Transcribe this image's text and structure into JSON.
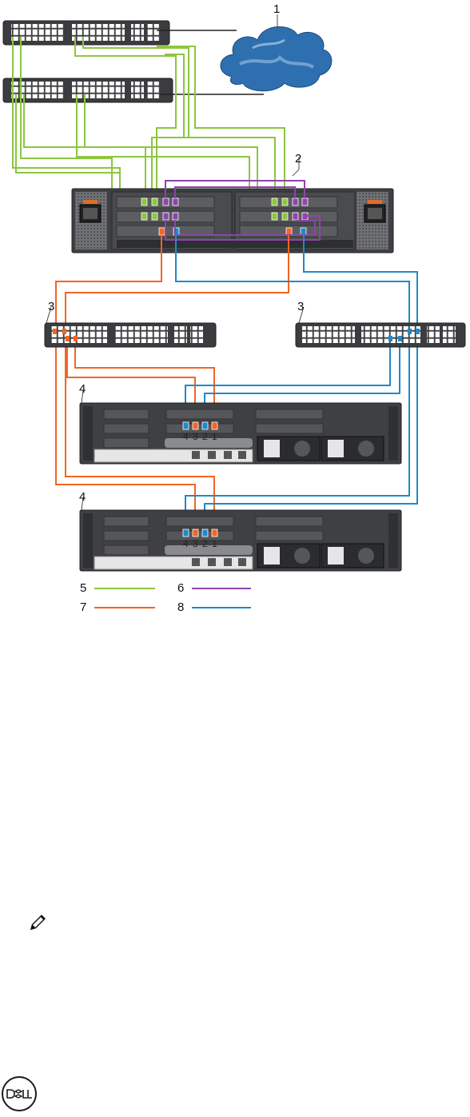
{
  "diagram": {
    "callouts": {
      "c1": "1",
      "c2": "2",
      "c3a": "3",
      "c3b": "3",
      "c4a": "4",
      "c4b": "4"
    },
    "server_port_labels": [
      "4",
      "3",
      "2",
      "1"
    ],
    "legend": [
      {
        "num": "5",
        "color": "#8cc63f"
      },
      {
        "num": "6",
        "color": "#8e44ad"
      },
      {
        "num": "7",
        "color": "#f26522"
      },
      {
        "num": "8",
        "color": "#1f8ac9"
      }
    ]
  },
  "colors": {
    "green": "#8cc63f",
    "purple": "#8e44ad",
    "orange": "#f26522",
    "blue": "#1f8ac9",
    "cloud": "#2e6fb0"
  },
  "icons": {
    "note": "note-pencil-icon",
    "logo": "dell-logo"
  }
}
